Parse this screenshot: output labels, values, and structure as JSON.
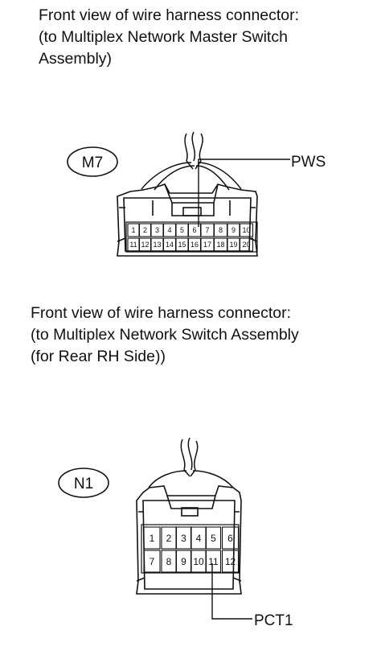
{
  "sections": [
    {
      "caption": [
        "Front view of wire harness connector:",
        "(to Multiplex Network Master Switch",
        "Assembly)"
      ],
      "connector_code": "M7",
      "terminal_label": "PWS",
      "terminal_number": "6",
      "pins_top": [
        "1",
        "2",
        "3",
        "4",
        "5",
        "6",
        "7",
        "8",
        "9",
        "10"
      ],
      "pins_bottom": [
        "11",
        "12",
        "13",
        "14",
        "15",
        "16",
        "17",
        "18",
        "19",
        "20"
      ]
    },
    {
      "caption": [
        "Front view of wire harness connector:",
        "(to Multiplex Network Switch Assembly",
        "(for Rear RH Side))"
      ],
      "connector_code": "N1",
      "terminal_label": "PCT1",
      "terminal_number": "11",
      "pins_top": [
        "1",
        "2",
        "3",
        "4",
        "5",
        "6"
      ],
      "pins_bottom": [
        "7",
        "8",
        "9",
        "10",
        "11",
        "12"
      ]
    }
  ]
}
